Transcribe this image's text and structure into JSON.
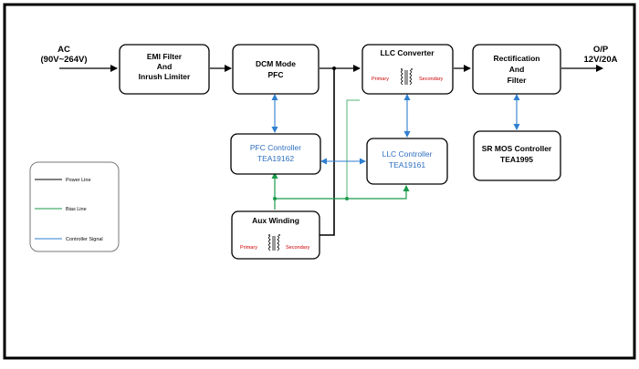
{
  "input": {
    "label": "AC",
    "range": "(90V~264V)"
  },
  "output": {
    "label": "O/P",
    "rating": "12V/20A"
  },
  "blocks": {
    "emi": {
      "line1": "EMI Filter",
      "line2": "And",
      "line3": "Inrush Limiter"
    },
    "pfc": {
      "line1": "DCM Mode",
      "line2": "PFC"
    },
    "llc": {
      "title": "LLC Converter",
      "primary": "Primary",
      "secondary": "Secondary"
    },
    "rect": {
      "line1": "Rectification",
      "line2": "And",
      "line3": "Filter"
    },
    "pfc_ctrl": {
      "line1": "PFC Controller",
      "line2": "TEA19162"
    },
    "llc_ctrl": {
      "line1": "LLC Controller",
      "line2": "TEA19161"
    },
    "sr_ctrl": {
      "line1": "SR MOS Controller",
      "line2": "TEA1995"
    },
    "aux": {
      "title": "Aux Winding",
      "primary": "Primary",
      "secondary": "Secondary"
    }
  },
  "legend": {
    "power": "Power Line",
    "bias": "Bias Line",
    "signal": "Controller Signal"
  },
  "colors": {
    "power": "#000000",
    "bias": "#1a9a4a",
    "signal": "#2e7fd0",
    "controller_text": "#2e6fbf",
    "winding_text": "#cc0000"
  }
}
